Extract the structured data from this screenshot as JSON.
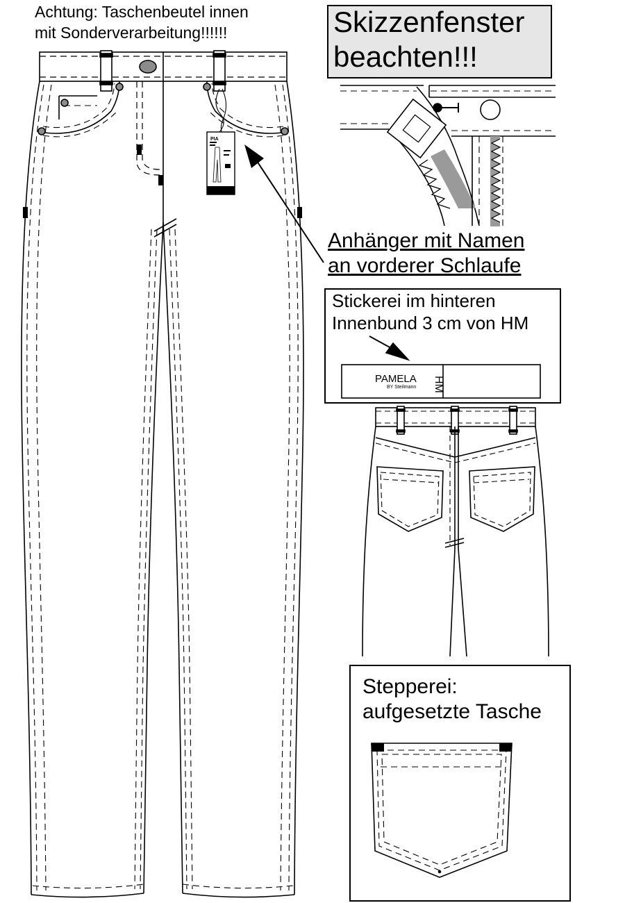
{
  "warning_note": {
    "line1": "Achtung: Taschenbeutel innen",
    "line2": "mit Sonderverarbeitung!!!!!!"
  },
  "sketch_window_title": {
    "line1": "Skizzenfenster",
    "line2": "beachten!!!"
  },
  "hang_tag_note": {
    "line1": "Anhänger mit Namen ",
    "line2": "an vorderer Schlaufe"
  },
  "embroidery_note": {
    "line1": "Stickerei im hinteren",
    "line2": "Innenbund 3 cm von HM",
    "label_brand": "PAMELA",
    "label_sub": "BY Steilmann",
    "label_hm": "HM"
  },
  "stitching_note": {
    "line1": "Stepperei:",
    "line2": "aufgesetzte Tasche"
  },
  "hang_tag_text": "PIA",
  "colors": {
    "line": "#000000",
    "title_fill": "#e6e6e6",
    "zipper_gray": "#9a9a9a",
    "rivet_gray": "#8c8c8c"
  }
}
